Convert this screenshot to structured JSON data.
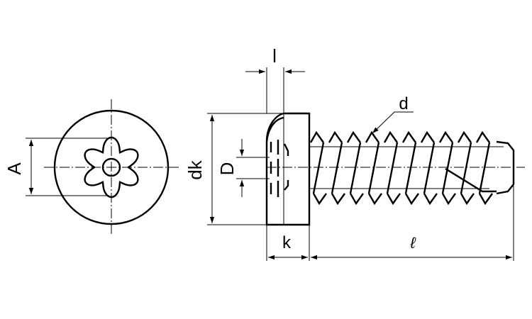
{
  "labels": {
    "A": "A",
    "dk": "dk",
    "D": "D",
    "l_head": "l",
    "d": "d",
    "k": "k",
    "length": "ℓ"
  },
  "colors": {
    "line": "#000000",
    "background": "#ffffff"
  }
}
